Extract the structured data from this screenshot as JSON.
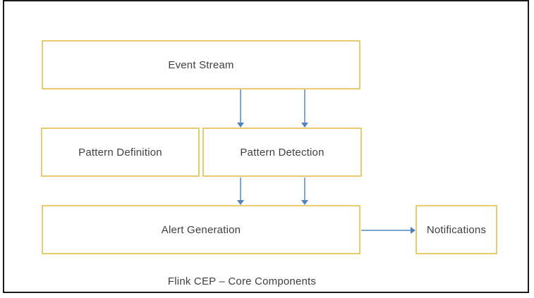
{
  "diagram": {
    "caption": "Flink CEP – Core Components",
    "boxes": {
      "event_stream": "Event Stream",
      "pattern_definition": "Pattern Definition",
      "pattern_detection": "Pattern Detection",
      "alert_generation": "Alert Generation",
      "notifications": "Notifications"
    },
    "connections": [
      {
        "from": "event_stream",
        "to": "pattern_detection",
        "direction": "down"
      },
      {
        "from": "event_stream",
        "to": "pattern_detection",
        "direction": "down"
      },
      {
        "from": "pattern_detection",
        "to": "alert_generation",
        "direction": "down"
      },
      {
        "from": "pattern_detection",
        "to": "alert_generation",
        "direction": "down"
      },
      {
        "from": "alert_generation",
        "to": "notifications",
        "direction": "right"
      }
    ],
    "colors": {
      "box_border": "#E6CC6A",
      "arrow_line": "#7CA6D4",
      "arrow_head": "#4F81BD",
      "text": "#3F3F3F",
      "frame_border": "#1A1A1A",
      "background": "#FFFFFF"
    }
  }
}
